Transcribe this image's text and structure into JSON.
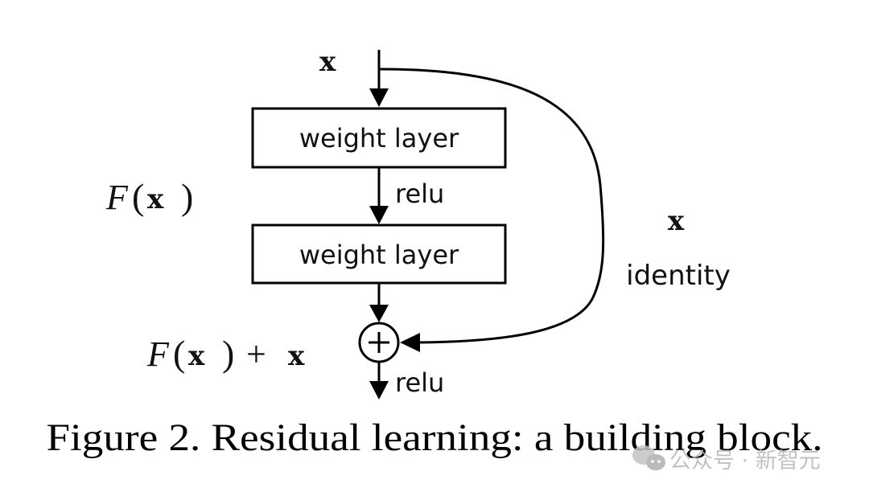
{
  "figure": {
    "caption": "Figure 2. Residual learning: a building block.",
    "input_label": "x",
    "layers": [
      {
        "label": "weight layer"
      },
      {
        "label": "weight layer"
      }
    ],
    "activation_between": "relu",
    "activation_after_sum": "relu",
    "residual_label": "𝓕(x)",
    "residual_function_symbol": "F",
    "residual_function_arg": "x",
    "output_label_symbol": "F",
    "output_label_arg": "x",
    "output_label_plus": "+",
    "output_label_x": "x",
    "shortcut_label_x": "x",
    "shortcut_label": "identity",
    "sum_symbol": "+"
  },
  "watermark": {
    "text": "公众号 · 新智元",
    "icon": "wechat-icon"
  },
  "colors": {
    "stroke": "#000000",
    "text": "#111111",
    "watermark": "#b8b8b8"
  }
}
